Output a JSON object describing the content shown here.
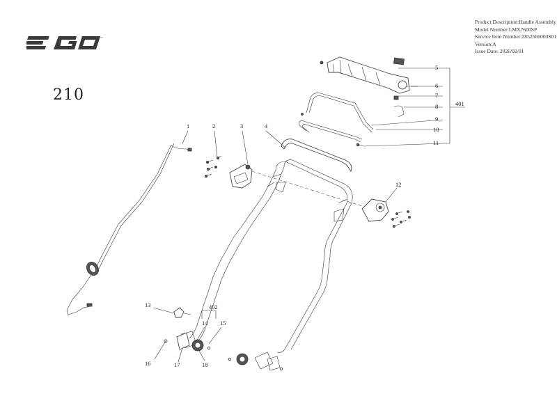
{
  "brand": {
    "name": "EGO"
  },
  "page": {
    "number": "210"
  },
  "info": {
    "line1": "Product Description:Handle Assembly",
    "line2": "Model Number:LMX7600SP",
    "line3": "Service Item Number:2852565003S01",
    "line4": "Version:A",
    "line5": "Issue Date: 2026/02/01"
  },
  "callouts": {
    "c1": "1",
    "c2": "2",
    "c3": "3",
    "c4": "4",
    "c5": "5",
    "c6": "6",
    "c7": "7",
    "c8": "8",
    "c9": "9",
    "c10": "10",
    "c11": "11",
    "c12": "12",
    "c13": "13",
    "c14": "14",
    "c15": "15",
    "c16": "16",
    "c17": "17",
    "c18": "18",
    "c401": "401",
    "c402": "402"
  },
  "colors": {
    "ink": "#222222",
    "line": "#333333",
    "part_fill": "#ffffff",
    "dark_part": "#555555"
  }
}
